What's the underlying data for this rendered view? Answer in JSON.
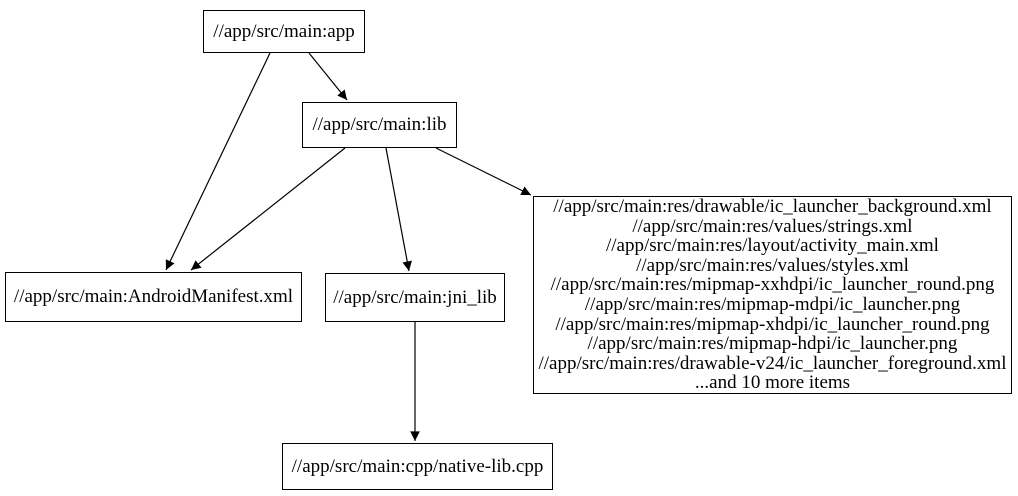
{
  "graph": {
    "type": "dependency-graph",
    "colors": {
      "background": "#ffffff",
      "node_fill": "#ffffff",
      "node_border": "#000000",
      "edge": "#000000",
      "text": "#000000"
    },
    "nodes": {
      "app": {
        "label": "//app/src/main:app"
      },
      "lib": {
        "label": "//app/src/main:lib"
      },
      "android_manifest": {
        "label": "//app/src/main:AndroidManifest.xml"
      },
      "jni_lib": {
        "label": "//app/src/main:jni_lib"
      },
      "res_files": {
        "label": [
          "//app/src/main:res/drawable/ic_launcher_background.xml",
          "//app/src/main:res/values/strings.xml",
          "//app/src/main:res/layout/activity_main.xml",
          "//app/src/main:res/values/styles.xml",
          "//app/src/main:res/mipmap-xxhdpi/ic_launcher_round.png",
          "//app/src/main:res/mipmap-mdpi/ic_launcher.png",
          "//app/src/main:res/mipmap-xhdpi/ic_launcher_round.png",
          "//app/src/main:res/mipmap-hdpi/ic_launcher.png",
          "//app/src/main:res/drawable-v24/ic_launcher_foreground.xml",
          "...and 10 more items"
        ]
      },
      "native_lib_cpp": {
        "label": "//app/src/main:cpp/native-lib.cpp"
      }
    },
    "edges": [
      {
        "from": "app",
        "to": "android_manifest"
      },
      {
        "from": "app",
        "to": "lib"
      },
      {
        "from": "lib",
        "to": "android_manifest"
      },
      {
        "from": "lib",
        "to": "jni_lib"
      },
      {
        "from": "lib",
        "to": "res_files"
      },
      {
        "from": "jni_lib",
        "to": "native_lib_cpp"
      }
    ]
  }
}
